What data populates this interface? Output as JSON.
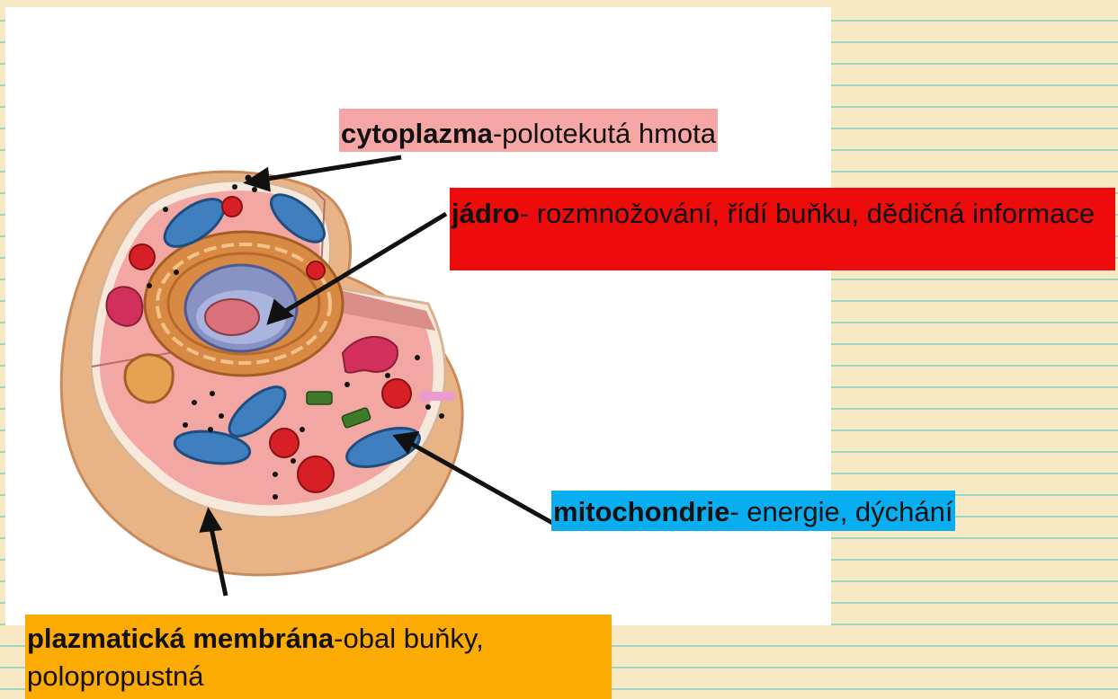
{
  "labels": {
    "cytoplasm": {
      "term": "cytoplazma",
      "desc": "-polotekutá hmota",
      "color": "#f7a6a6"
    },
    "nucleus": {
      "term": "jádro",
      "desc": "- rozmnožování, řídí buňku, dědičná informace",
      "color": "#ee0b0b"
    },
    "mitochondria": {
      "term": "mitochondrie",
      "desc": "- energie, dýchání",
      "color": "#08aeef"
    },
    "membrane": {
      "term": "plazmatická membrána",
      "desc": "-obal buňky, polopropustná",
      "color": "#fcab03"
    }
  },
  "colors": {
    "background": "#f7e9c3",
    "ruled_lines": "#9fd6c2",
    "cell_outer": "#e8b486",
    "cytoplasm_fill": "#f2a7a3",
    "mitochondria": "#3f7fbf",
    "nucleus": "#8893c4",
    "nucleolus": "#d9707a",
    "golgi": "#d88a45"
  }
}
